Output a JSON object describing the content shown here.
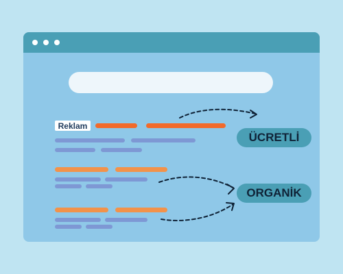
{
  "browser": {
    "window_dots": 3,
    "search_placeholder": ""
  },
  "ad_label": "Reklam",
  "labels": {
    "paid": "ÜCRETLİ",
    "organic": "ORGANİK"
  },
  "colors": {
    "background": "#bfe4f2",
    "window": "#8fc8e8",
    "titlebar": "#4a9fb5",
    "paid_bar": "#f26a2a",
    "organic_bar": "#f2924a",
    "text_lines": "#7e98d4",
    "pill": "#4a9fb5"
  }
}
